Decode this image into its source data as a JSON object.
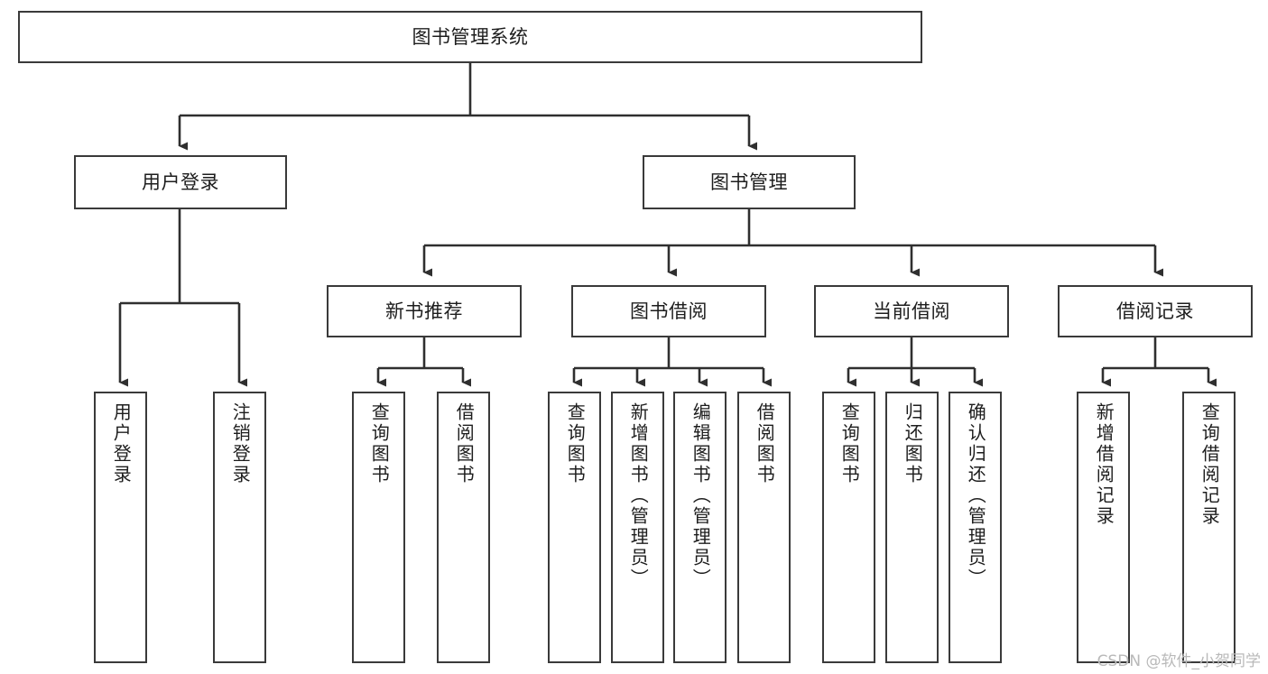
{
  "diagram": {
    "title": "图书管理系统",
    "watermark": "CSDN @软件_小贺同学",
    "colors": {
      "box_border": "#3a3a3a",
      "box_fill": "#ffffff",
      "connector": "#2f2f2f",
      "text": "#1d1d1d",
      "watermark": "#b9b9b9",
      "background": "#ffffff"
    },
    "root": {
      "label": "图书管理系统"
    },
    "level1": [
      {
        "label": "用户登录"
      },
      {
        "label": "图书管理"
      }
    ],
    "level2": [
      {
        "label": "新书推荐"
      },
      {
        "label": "图书借阅"
      },
      {
        "label": "当前借阅"
      },
      {
        "label": "借阅记录"
      }
    ],
    "leaves": {
      "user_login": [
        {
          "label": "用户登录"
        },
        {
          "label": "注销登录"
        }
      ],
      "new_book_recommend": [
        {
          "label": "查询图书"
        },
        {
          "label": "借阅图书"
        }
      ],
      "book_borrow": [
        {
          "label": "查询图书"
        },
        {
          "label": "新增图书（管理员）"
        },
        {
          "label": "编辑图书（管理员）"
        },
        {
          "label": "借阅图书"
        }
      ],
      "current_borrow": [
        {
          "label": "查询图书"
        },
        {
          "label": "归还图书"
        },
        {
          "label": "确认归还（管理员）"
        }
      ],
      "borrow_record": [
        {
          "label": "新增借阅记录"
        },
        {
          "label": "查询借阅记录"
        }
      ]
    }
  }
}
